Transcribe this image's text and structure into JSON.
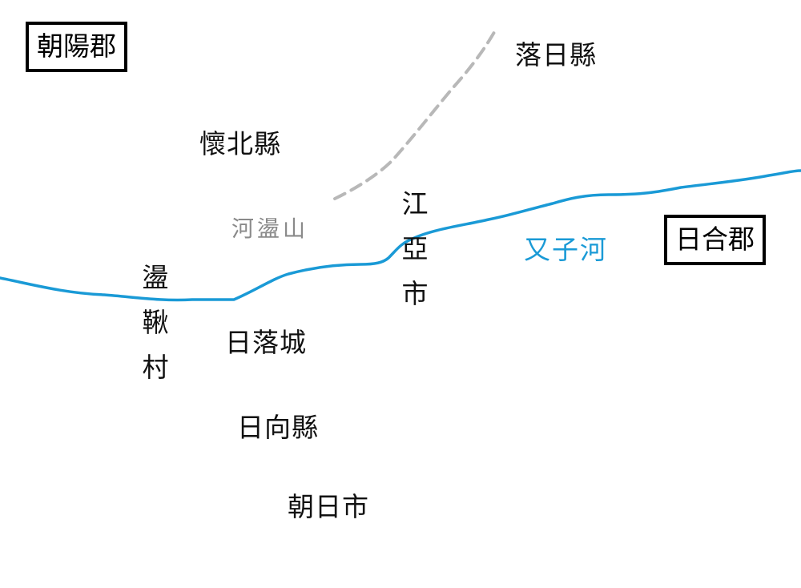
{
  "map": {
    "commanderies": {
      "chaoyang": "朝陽郡",
      "rihe": "日合郡"
    },
    "places": {
      "luori_county": "落日縣",
      "huaibei_county": "懷北縣",
      "jiangya_city": [
        "江",
        "亞",
        "市"
      ],
      "wenqiu_village": [
        "盪",
        "鞦",
        "村"
      ],
      "riluo_castle": "日落城",
      "rixiang_county": "日向縣",
      "chaori_city": "朝日市"
    },
    "river": {
      "name": "又子河",
      "color": "#1a9ad6"
    },
    "mountain": {
      "name": "河盪山",
      "color": "#8a8a8a"
    },
    "boundary_color": "#b8b8b8",
    "text_color": "#111111"
  }
}
